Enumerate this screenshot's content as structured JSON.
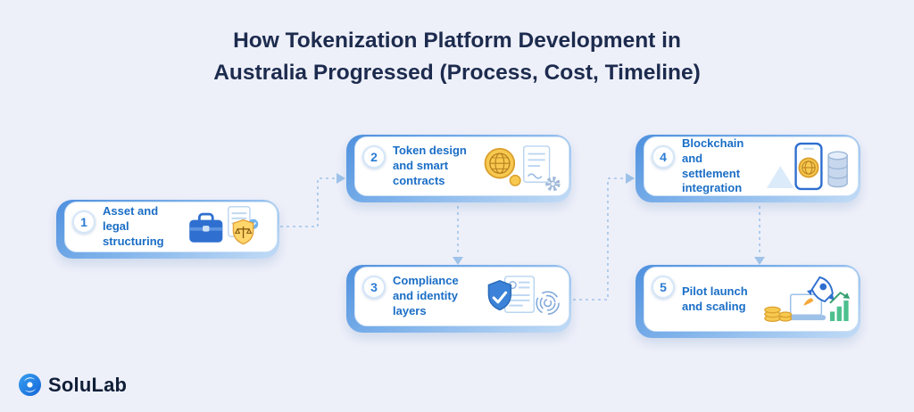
{
  "title": {
    "line1": "How Tokenization Platform Development in",
    "line2": "Australia Progressed (Process, Cost, Timeline)"
  },
  "steps": [
    {
      "number": "1",
      "label": "Asset and legal structuring",
      "icons": [
        "briefcase-icon",
        "document-icon",
        "scales-shield-icon",
        "check-badge-icon"
      ]
    },
    {
      "number": "2",
      "label": "Token design and smart contracts",
      "icons": [
        "globe-coin-icon",
        "contract-document-icon",
        "gear-icon"
      ]
    },
    {
      "number": "3",
      "label": "Compliance and identity layers",
      "icons": [
        "shield-check-icon",
        "identity-document-icon",
        "fingerprint-icon"
      ]
    },
    {
      "number": "4",
      "label": "Blockchain and settlement integration",
      "icons": [
        "phone-coin-icon",
        "database-icon"
      ]
    },
    {
      "number": "5",
      "label": "Pilot launch and scaling",
      "icons": [
        "coins-icon",
        "laptop-icon",
        "rocket-icon",
        "growth-chart-icon"
      ]
    }
  ],
  "connectors": [
    "1-2",
    "2-3",
    "3-4",
    "4-5"
  ],
  "logo": {
    "text": "SoluLab"
  },
  "colors": {
    "background": "#eef0f9",
    "title_text": "#1c2b4e",
    "card_edge_blue": "#4e90de",
    "card_border": "#cfe2f6",
    "step_text": "#1a6ec6",
    "badge_number": "#2a7cd4",
    "connector": "#9fc3ea",
    "coin_gold": "#f7c94f",
    "chart_green": "#4cc08f"
  }
}
